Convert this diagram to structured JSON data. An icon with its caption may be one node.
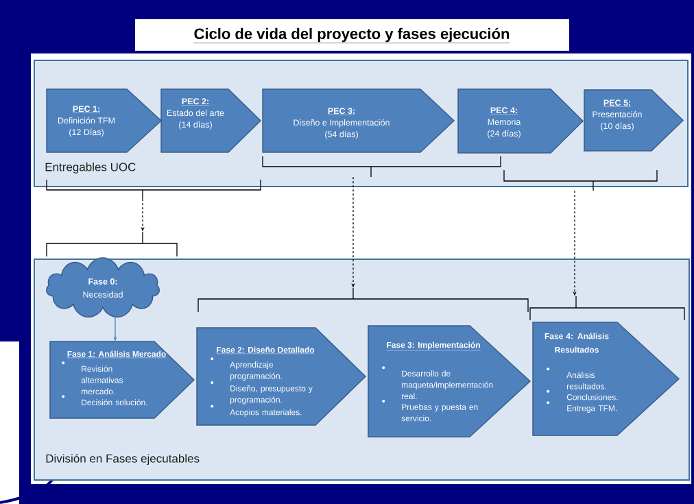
{
  "diagram": {
    "title": "Ciclo de vida del proyecto y fases ejecución",
    "nodes": [
      {
        "text": [
          "Entregables UOC"
        ]
      },
      {
        "text": [
          "PEC 1:",
          "Definición TFM",
          "(12 Días)"
        ],
        "in": 0
      },
      {
        "text": [
          "PEC 2:",
          "Estado del arte",
          "(14 días)"
        ],
        "in": 0
      },
      {
        "text": [
          "PEC 3:",
          "Diseño e Implementación",
          "(54 días)"
        ],
        "in": 0
      },
      {
        "text": [
          "PEC 4:",
          "Memoria",
          "(24 días)"
        ],
        "in": 0
      },
      {
        "text": [
          "PEC 5:",
          "Presentación",
          "(10 días)"
        ],
        "in": 0
      },
      {
        "text": [],
        "shape": "bracket"
      },
      {
        "text": [],
        "shape": "bracket",
        "in": 0
      },
      {
        "text": [],
        "shape": "bracket"
      },
      {
        "text": [],
        "shape": "bracket"
      },
      {
        "text": [
          "División en Fases ejecutables"
        ]
      },
      {
        "text": [
          "Fase 0:",
          "Necesidad"
        ],
        "in": 10
      },
      {
        "text": [],
        "shape": "bracket",
        "in": 10
      },
      {
        "text": [],
        "shape": "bracket",
        "in": 10
      },
      {
        "text": [
          "Fase 1: Análisis Mercado",
          "Revisión alternativas mercado.",
          "Decisión solución."
        ],
        "in": 10
      },
      {
        "text": [
          "Fase 2: Diseño Detallado",
          "Aprendizaje programación.",
          "Diseño, presupuesto y programación.",
          "Acopios materiales."
        ],
        "in": 10
      },
      {
        "text": [
          "Fase 3: Implementación",
          "Desarrollo de maqueta/implementación real.",
          "Pruebas y puesta en servicio."
        ],
        "in": 10
      },
      {
        "text": [
          "Fase 4: Análisis Resultados",
          "Análisis resultados.",
          "Conclusiones.",
          "Entrega TFM."
        ],
        "in": 10
      }
    ],
    "edges": [
      {
        "from": 6,
        "to": 9,
        "arrow": "to",
        "style": "dashed"
      },
      {
        "from": 7,
        "to": 12,
        "arrow": "to",
        "style": "dashed"
      },
      {
        "from": 8,
        "to": 13,
        "arrow": "to",
        "style": "dashed"
      },
      {
        "from": 11,
        "to": 14,
        "arrow": "to",
        "color": "#4f81bd"
      }
    ]
  }
}
